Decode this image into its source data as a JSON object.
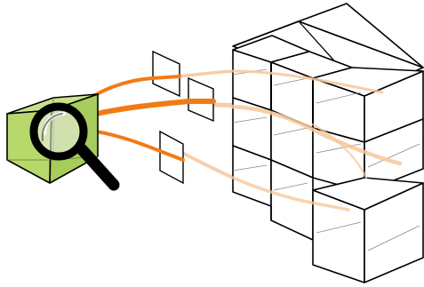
{
  "figure": {
    "kind": "illustration",
    "colors": {
      "background": "#ffffff",
      "outline": "#000000",
      "cube_fill": "#b7d86b",
      "cube_face_light": "#c9e28a",
      "cube_face_dark": "#8fb54a",
      "stream": "#f27a14",
      "stream_faded": "#f7c79a",
      "lens": "#f2f2f2"
    },
    "icons": {
      "source_cube": "cube-icon",
      "magnifier": "magnifying-glass-icon",
      "filters": "filter-pane-icon",
      "grid_structure": "cube-stack-icon"
    },
    "filter_count": 3,
    "stack_rows": 3,
    "stack_columns": 3
  }
}
